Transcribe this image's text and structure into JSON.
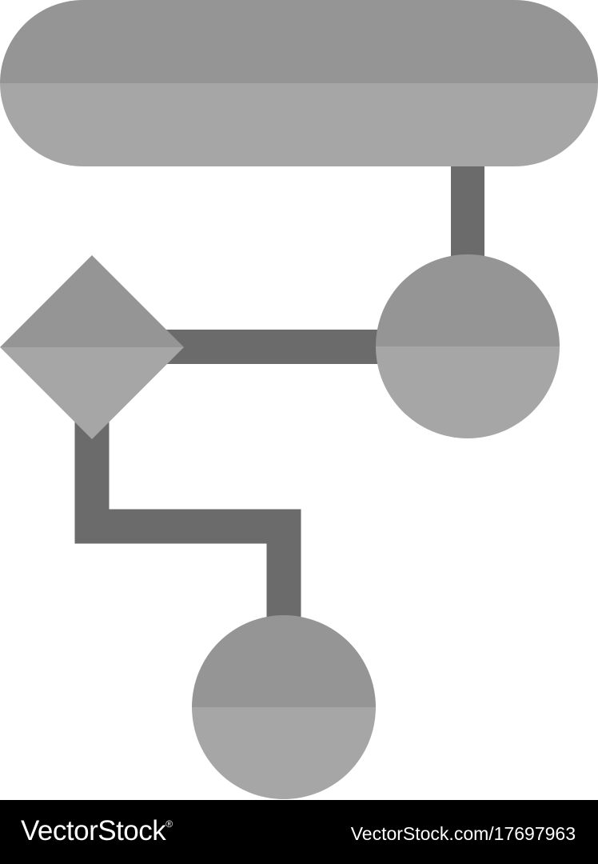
{
  "colors": {
    "background": "#ffffff",
    "shape_top": "#959595",
    "shape_bottom": "#a6a6a6",
    "connector": "#6b6b6b",
    "footer_background": "#000000",
    "footer_text": "#ffffff"
  },
  "diagram": {
    "icon_name": "flowchart-icon",
    "shapes": [
      "terminator-pill",
      "decision-diamond",
      "process-circle",
      "end-circle"
    ]
  },
  "footer": {
    "brand": "VectorStock",
    "registered_mark": "®",
    "url": "VectorStock.com/17697963"
  }
}
